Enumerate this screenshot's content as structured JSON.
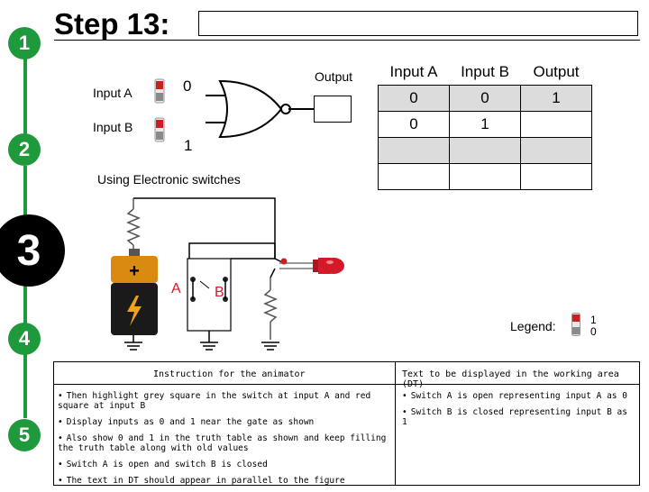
{
  "title": "Step 13:",
  "steps": [
    "1",
    "2",
    "3",
    "4",
    "5"
  ],
  "gate": {
    "input_a_label": "Input A",
    "input_b_label": "Input B",
    "input_a_value": "0",
    "input_b_value": "1",
    "output_label": "Output"
  },
  "truth_table": {
    "headers": [
      "Input A",
      "Input B",
      "Output"
    ],
    "rows": [
      [
        "0",
        "0",
        "1"
      ],
      [
        "0",
        "1",
        ""
      ],
      [
        "",
        "",
        ""
      ],
      [
        "",
        "",
        ""
      ]
    ]
  },
  "circuit": {
    "caption": "Using Electronic switches",
    "switch_a": "A",
    "switch_b": "B"
  },
  "legend": {
    "label": "Legend:",
    "one": "1",
    "zero": "0"
  },
  "instructions": {
    "left_header": "Instruction for the animator",
    "right_header": "Text to be displayed in the working area (DT)",
    "left_items": [
      "Then highlight grey square in the switch at input A and red square at input B",
      "Display inputs as 0 and 1 near the gate as shown",
      "Also show 0 and 1 in the truth table as shown and keep filling the truth table along with old values",
      "Switch A is open and switch B is closed",
      "The text in DT should appear in parallel to the figure"
    ],
    "right_items": [
      "Switch A is open representing input A as 0",
      "Switch B is closed representing input B as 1"
    ]
  },
  "colors": {
    "step_green": "#1e9a3c",
    "switch_red": "#cc1f1f",
    "switch_grey": "#8a8a8a"
  }
}
